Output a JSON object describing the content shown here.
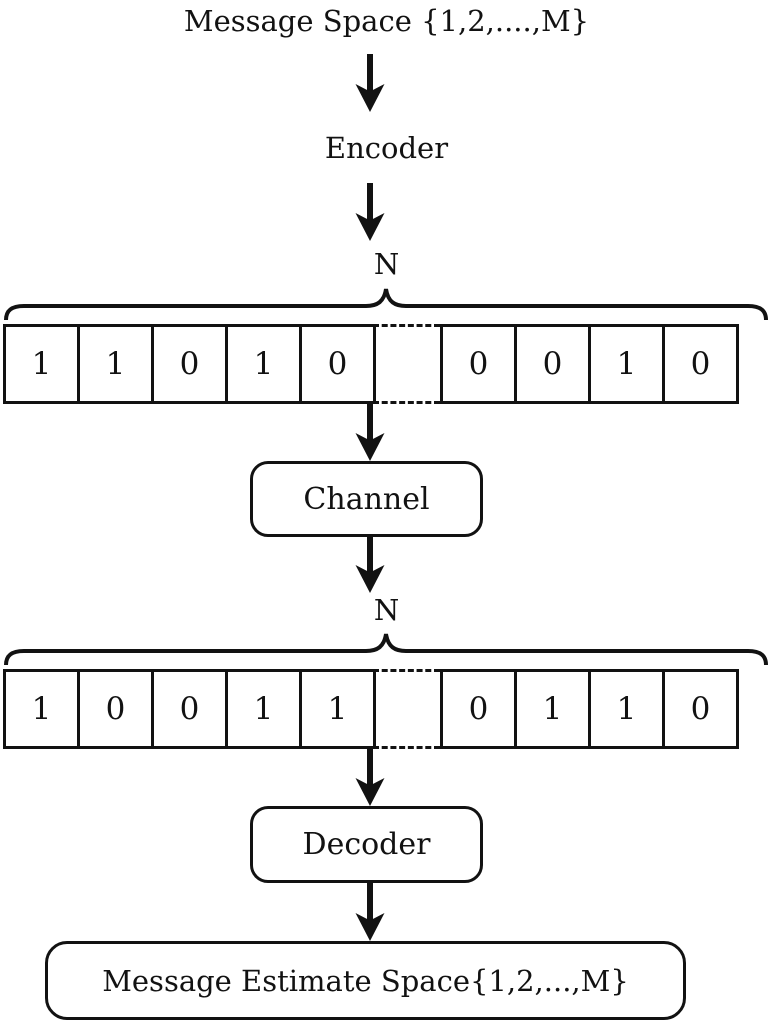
{
  "diagram": {
    "title": "Message Space {1,2,....,M}",
    "encoder_label": "Encoder",
    "channel_label": "Channel",
    "decoder_label": "Decoder",
    "estimate_label": "Message Estimate Space{1,2,...,M}",
    "n_label": "N",
    "transmitted": {
      "bits_left": [
        "1",
        "1",
        "0",
        "1",
        "0"
      ],
      "bits_right": [
        "0",
        "0",
        "1",
        "0"
      ]
    },
    "received": {
      "bits_left": [
        "1",
        "0",
        "0",
        "1",
        "1"
      ],
      "bits_right": [
        "0",
        "1",
        "1",
        "0"
      ]
    }
  },
  "colors": {
    "stroke": "#121212",
    "background": "#ffffff"
  }
}
